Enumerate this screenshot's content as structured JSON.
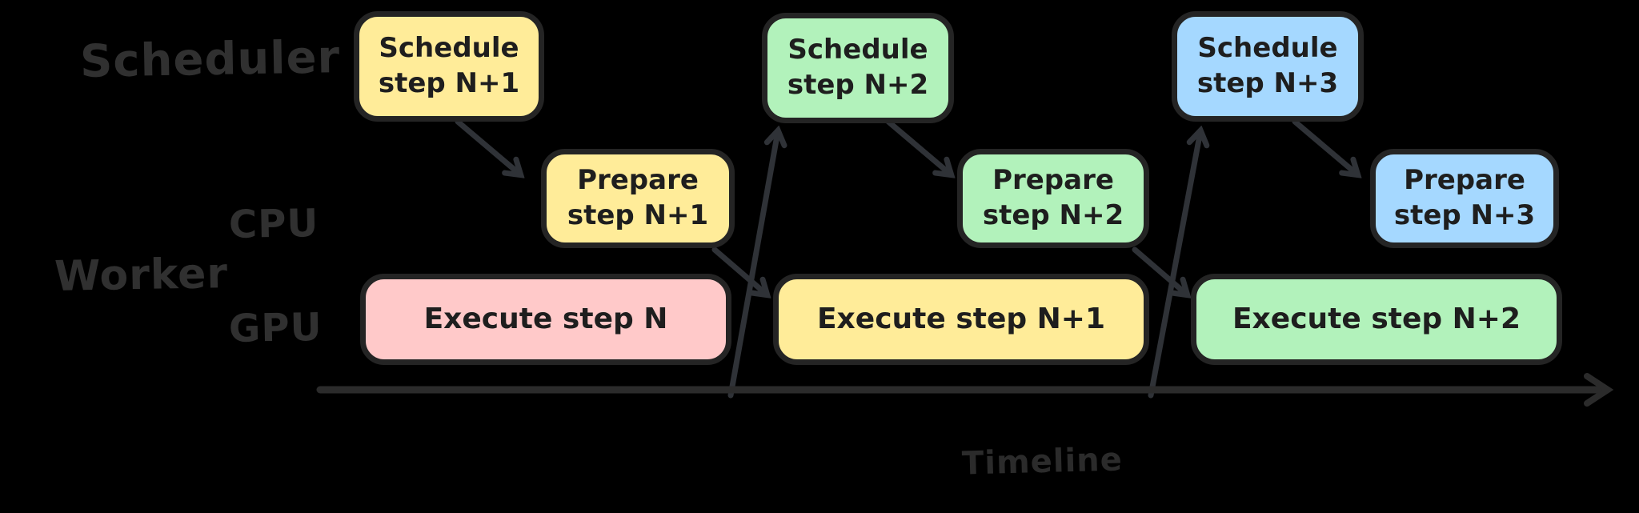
{
  "diagram": {
    "background": "#000000",
    "palette": {
      "yellow": "#ffec99",
      "green": "#b2f2bb",
      "blue": "#a5d8ff",
      "pink": "#ffc9c9",
      "stroke": "#1e1e1e",
      "label_gray": "#303030"
    },
    "row_labels": {
      "scheduler": "Scheduler",
      "worker": "Worker",
      "cpu": "CPU",
      "gpu": "GPU"
    },
    "axis": {
      "label": "Timeline"
    },
    "boxes": [
      {
        "id": "schedule-step-n1",
        "row": "scheduler",
        "color": "#ffec99",
        "lines": [
          "Schedule",
          "step N+1"
        ]
      },
      {
        "id": "schedule-step-n2",
        "row": "scheduler",
        "color": "#b2f2bb",
        "lines": [
          "Schedule",
          "step N+2"
        ]
      },
      {
        "id": "schedule-step-n3",
        "row": "scheduler",
        "color": "#a5d8ff",
        "lines": [
          "Schedule",
          "step N+3"
        ]
      },
      {
        "id": "prepare-step-n1",
        "row": "worker-cpu",
        "color": "#ffec99",
        "lines": [
          "Prepare",
          "step N+1"
        ]
      },
      {
        "id": "prepare-step-n2",
        "row": "worker-cpu",
        "color": "#b2f2bb",
        "lines": [
          "Prepare",
          "step N+2"
        ]
      },
      {
        "id": "prepare-step-n3",
        "row": "worker-cpu",
        "color": "#a5d8ff",
        "lines": [
          "Prepare",
          "step N+3"
        ]
      },
      {
        "id": "execute-step-n",
        "row": "worker-gpu",
        "color": "#ffc9c9",
        "lines": [
          "Execute step N"
        ]
      },
      {
        "id": "execute-step-n1",
        "row": "worker-gpu",
        "color": "#ffec99",
        "lines": [
          "Execute step N+1"
        ]
      },
      {
        "id": "execute-step-n2",
        "row": "worker-gpu",
        "color": "#b2f2bb",
        "lines": [
          "Execute step N+2"
        ]
      }
    ],
    "edges": [
      {
        "from": "schedule-step-n1",
        "to": "prepare-step-n1"
      },
      {
        "from": "prepare-step-n1",
        "to": "execute-step-n1"
      },
      {
        "from": "execute-step-n",
        "to": "schedule-step-n2"
      },
      {
        "from": "schedule-step-n2",
        "to": "prepare-step-n2"
      },
      {
        "from": "prepare-step-n2",
        "to": "execute-step-n2"
      },
      {
        "from": "execute-step-n1",
        "to": "schedule-step-n3"
      },
      {
        "from": "schedule-step-n3",
        "to": "prepare-step-n3"
      }
    ]
  }
}
